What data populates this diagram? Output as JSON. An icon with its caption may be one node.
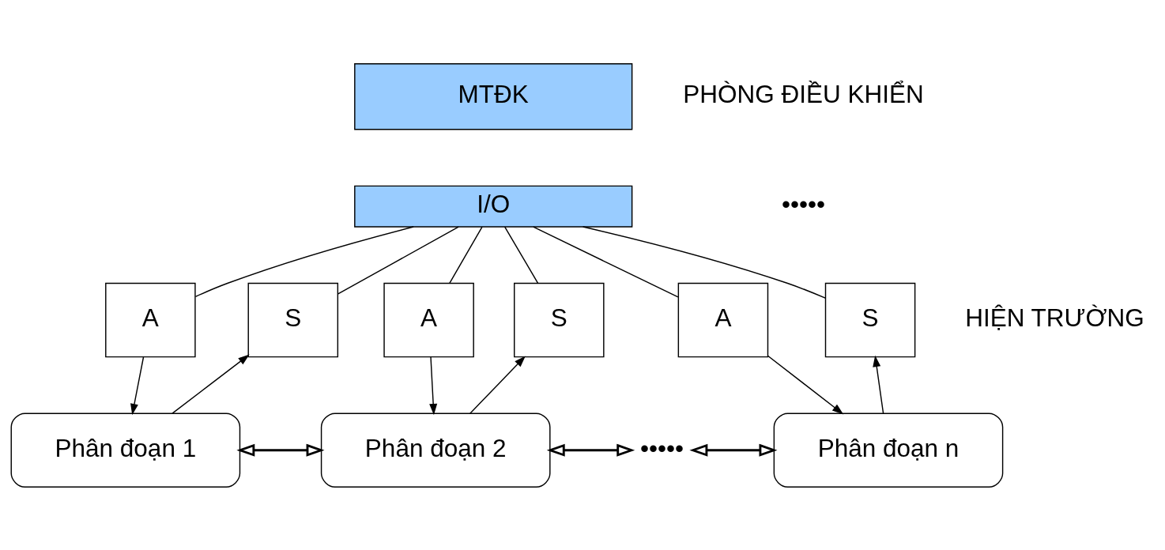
{
  "diagram": {
    "nodes": [
      {
        "text": [
          "MTĐK"
        ]
      },
      {
        "text": [
          "I/O"
        ]
      },
      {
        "text": [
          "A"
        ]
      },
      {
        "text": [
          "S"
        ]
      },
      {
        "text": [
          "A"
        ]
      },
      {
        "text": [
          "S"
        ]
      },
      {
        "text": [
          "A"
        ]
      },
      {
        "text": [
          "S"
        ]
      },
      {
        "text": [
          "Phân đoạn 1"
        ]
      },
      {
        "text": [
          "Phân đoạn 2"
        ]
      },
      {
        "text": [
          "•••••"
        ]
      },
      {
        "text": [
          "Phân đoạn n"
        ]
      }
    ],
    "edges": [
      {
        "from": 1,
        "to": 2,
        "arrow": "none"
      },
      {
        "from": 1,
        "to": 3,
        "arrow": "none"
      },
      {
        "from": 1,
        "to": 4,
        "arrow": "none"
      },
      {
        "from": 1,
        "to": 5,
        "arrow": "none"
      },
      {
        "from": 1,
        "to": 6,
        "arrow": "none"
      },
      {
        "from": 1,
        "to": 7,
        "arrow": "none"
      },
      {
        "from": 2,
        "to": 8,
        "arrow": "to"
      },
      {
        "from": 8,
        "to": 3,
        "arrow": "to"
      },
      {
        "from": 4,
        "to": 9,
        "arrow": "to"
      },
      {
        "from": 9,
        "to": 5,
        "arrow": "to"
      },
      {
        "from": 6,
        "to": 11,
        "arrow": "to"
      },
      {
        "from": 11,
        "to": 7,
        "arrow": "to"
      },
      {
        "from": 8,
        "to": 9,
        "arrow": "both"
      },
      {
        "from": 9,
        "to": 10,
        "arrow": "both"
      },
      {
        "from": 10,
        "to": 11,
        "arrow": "both"
      }
    ],
    "labels": [
      "PHÒNG ĐIỀU KHIỂN",
      "•••••",
      "HIỆN TRƯỜNG"
    ]
  }
}
